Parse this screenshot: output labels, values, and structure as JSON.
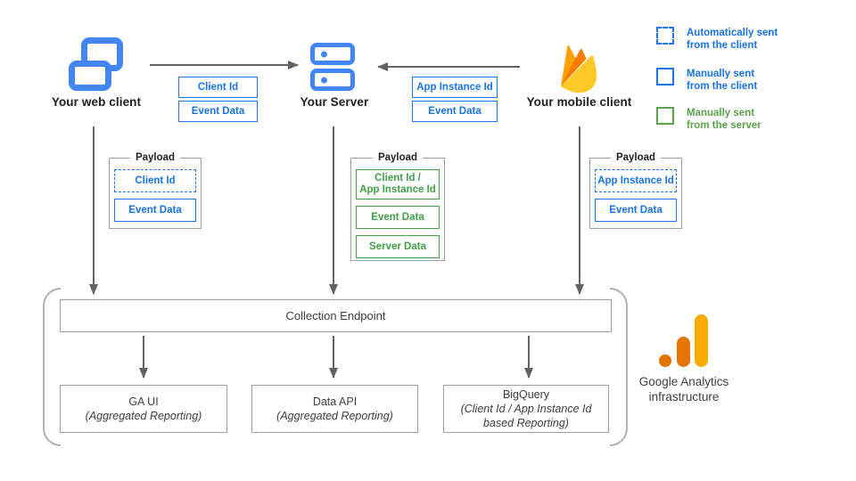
{
  "clients": {
    "web": "Your web client",
    "server": "Your Server",
    "mobile": "Your mobile client"
  },
  "flows": {
    "web_to_server": [
      "Client Id",
      "Event Data"
    ],
    "mobile_to_server": [
      "App Instance Id",
      "Event Data"
    ]
  },
  "legend": {
    "items": [
      {
        "label": "Automatically sent\nfrom the client",
        "style": "dashed-blue"
      },
      {
        "label": "Manually sent\nfrom the client",
        "style": "solid-blue"
      },
      {
        "label": "Manually sent\nfrom the server",
        "style": "solid-green"
      }
    ]
  },
  "payloads": {
    "title": "Payload",
    "web": [
      {
        "label": "Client Id",
        "style": "dashed-blue"
      },
      {
        "label": "Event Data",
        "style": "solid-blue"
      }
    ],
    "server": [
      {
        "label": "Client Id /\nApp Instance Id",
        "style": "solid-green"
      },
      {
        "label": "Event Data",
        "style": "solid-green"
      },
      {
        "label": "Server Data",
        "style": "solid-green"
      }
    ],
    "mobile": [
      {
        "label": "App Instance Id",
        "style": "dashed-blue"
      },
      {
        "label": "Event Data",
        "style": "solid-blue"
      }
    ]
  },
  "infrastructure": {
    "endpoint": "Collection Endpoint",
    "outputs": [
      {
        "title": "GA UI",
        "subtitle": "(Aggregated Reporting)"
      },
      {
        "title": "Data API",
        "subtitle": "(Aggregated Reporting)"
      },
      {
        "title": "BigQuery",
        "subtitle": "(Client Id / App Instance Id based Reporting)"
      }
    ],
    "label": "Google Analytics\ninfrastructure"
  },
  "icons": {
    "web_client": "overlapping-browser-windows-icon",
    "server": "server-stack-icon",
    "mobile_client": "firebase-flame-icon",
    "analytics": "google-analytics-bars-icon"
  },
  "colors": {
    "blue": "#1a73e8",
    "icon_blue": "#4285f4",
    "green": "#43a047",
    "arrow_gray": "#5f6368",
    "box_border": "#9e9e9e",
    "analytics_amber": "#f9ab00",
    "analytics_orange": "#e37400"
  }
}
